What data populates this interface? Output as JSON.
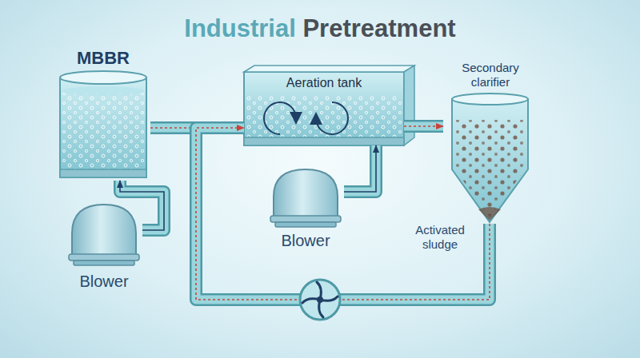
{
  "diagram": {
    "title": "Industrial Pretreatment",
    "nodes": [
      {
        "text": [
          "MBBR"
        ]
      },
      {
        "text": [
          "Aeration tank"
        ]
      },
      {
        "text": [
          "Secondary clarifier"
        ]
      },
      {
        "text": [
          "Blower"
        ]
      },
      {
        "text": [
          "Blower"
        ]
      }
    ],
    "edges": [
      {
        "from": 0,
        "to": 1,
        "arrow": "to"
      },
      {
        "from": 1,
        "to": 2,
        "arrow": "to"
      },
      {
        "from": 2,
        "to": 1,
        "arrow": "to"
      },
      {
        "from": 3,
        "to": 1,
        "arrow": "to"
      },
      {
        "from": 4,
        "to": 0,
        "arrow": "to"
      }
    ],
    "labels": [
      "Activated sludge"
    ]
  }
}
